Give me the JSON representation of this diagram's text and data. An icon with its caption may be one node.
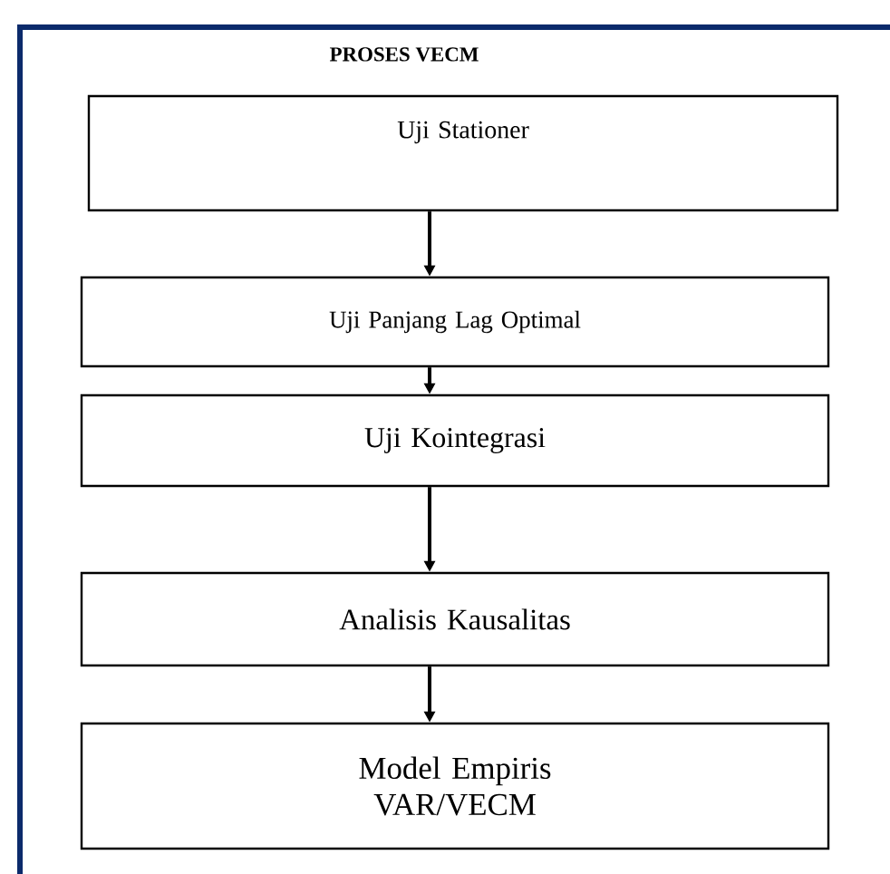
{
  "diagram": {
    "title": "PROSES VECM",
    "nodes": [
      {
        "text": [
          "Uji Stationer"
        ]
      },
      {
        "text": [
          "Uji Panjang Lag Optimal"
        ]
      },
      {
        "text": [
          "Uji Kointegrasi"
        ]
      },
      {
        "text": [
          "Analisis Kausalitas"
        ]
      },
      {
        "text": [
          "Model Empiris VAR/VECM"
        ]
      }
    ],
    "edges": [
      {
        "from": 0,
        "to": 1,
        "arrow": "to"
      },
      {
        "from": 1,
        "to": 2,
        "arrow": "to"
      },
      {
        "from": 2,
        "to": 3,
        "arrow": "to"
      },
      {
        "from": 3,
        "to": 4,
        "arrow": "to"
      }
    ]
  }
}
